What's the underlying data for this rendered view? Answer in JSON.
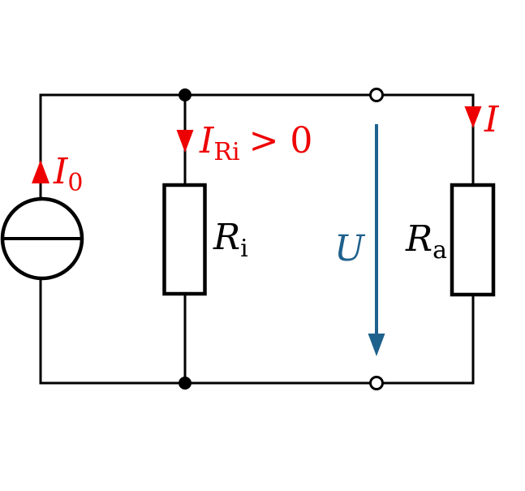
{
  "diagram": {
    "kind": "circuit-diagram"
  },
  "colors": {
    "wire": "#000000",
    "current": "#ee0000",
    "voltage": "#1f618d",
    "background": "#ffffff"
  },
  "labels": {
    "source_current": {
      "base": "I",
      "sub": "0"
    },
    "internal_current": {
      "base": "I",
      "sub": "Ri",
      "suffix": "> 0"
    },
    "internal_resistor": {
      "base": "R",
      "sub": "i"
    },
    "load_resistor": {
      "base": "R",
      "sub": "a"
    },
    "voltage": {
      "base": "U"
    },
    "load_current": {
      "base": "I"
    }
  }
}
